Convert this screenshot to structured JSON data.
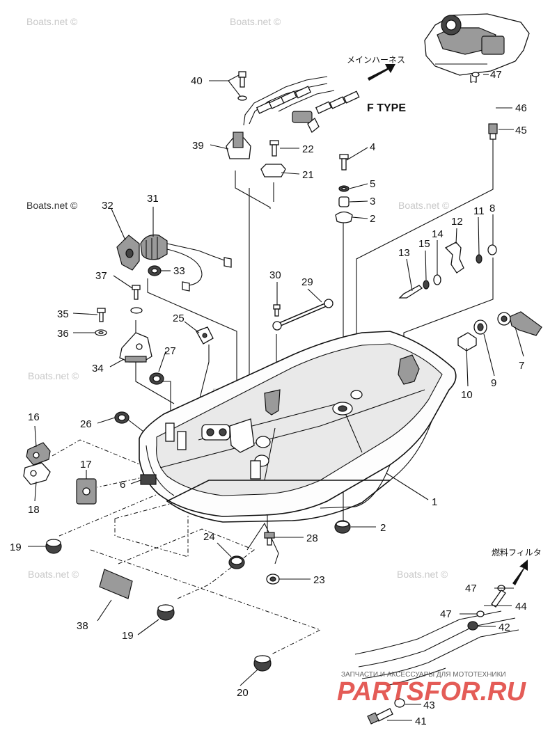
{
  "watermarks": {
    "site": "Boats.net ©"
  },
  "captions": {
    "main_harness": "メインハーネス",
    "fuel_filter": "燃料フィルタ",
    "f_type": "F TYPE"
  },
  "brand": {
    "tagline": "ЗАПЧАСТИ И АКСЕССУАРЫ ДЛЯ МОТОТЕХНИКИ",
    "logo": "PARTSFOR.RU"
  },
  "parts": {
    "p1": "1",
    "p2a": "2",
    "p2b": "2",
    "p3": "3",
    "p4": "4",
    "p5": "5",
    "p6": "6",
    "p7": "7",
    "p8": "8",
    "p9": "9",
    "p10": "10",
    "p11": "11",
    "p12": "12",
    "p13": "13",
    "p14": "14",
    "p15": "15",
    "p16": "16",
    "p17": "17",
    "p18": "18",
    "p19a": "19",
    "p19b": "19",
    "p20": "20",
    "p21": "21",
    "p22": "22",
    "p23": "23",
    "p24": "24",
    "p25": "25",
    "p26": "26",
    "p27": "27",
    "p28": "28",
    "p29": "29",
    "p30": "30",
    "p31": "31",
    "p32": "32",
    "p33": "33",
    "p34": "34",
    "p35": "35",
    "p36": "36",
    "p37": "37",
    "p38": "38",
    "p39": "39",
    "p40": "40",
    "p41": "41",
    "p42": "42",
    "p43": "43",
    "p44": "44",
    "p45": "45",
    "p46": "46",
    "p47a": "47",
    "p47b": "47",
    "p47c": "47"
  }
}
